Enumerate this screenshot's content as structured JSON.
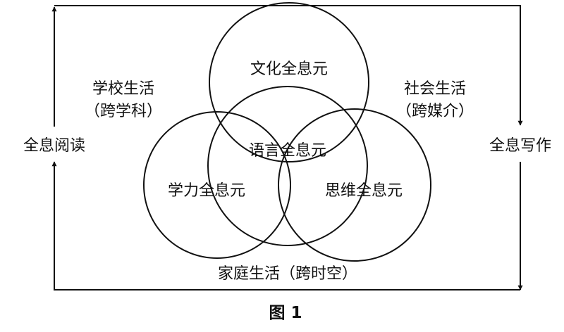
{
  "diagram": {
    "circles": {
      "culture": "文化全息元",
      "language": "语言全息元",
      "learning": "学力全息元",
      "thinking": "思维全息元"
    },
    "contexts": {
      "school_line1": "学校生活",
      "school_line2": "（跨学科）",
      "society_line1": "社会生活",
      "society_line2": "（跨媒介）",
      "family": "家庭生活（跨时空）"
    },
    "flow": {
      "reading": "全息阅读",
      "writing": "全息写作"
    },
    "caption": "图 1"
  },
  "colors": {
    "stroke": "#111111",
    "background": "#ffffff"
  }
}
